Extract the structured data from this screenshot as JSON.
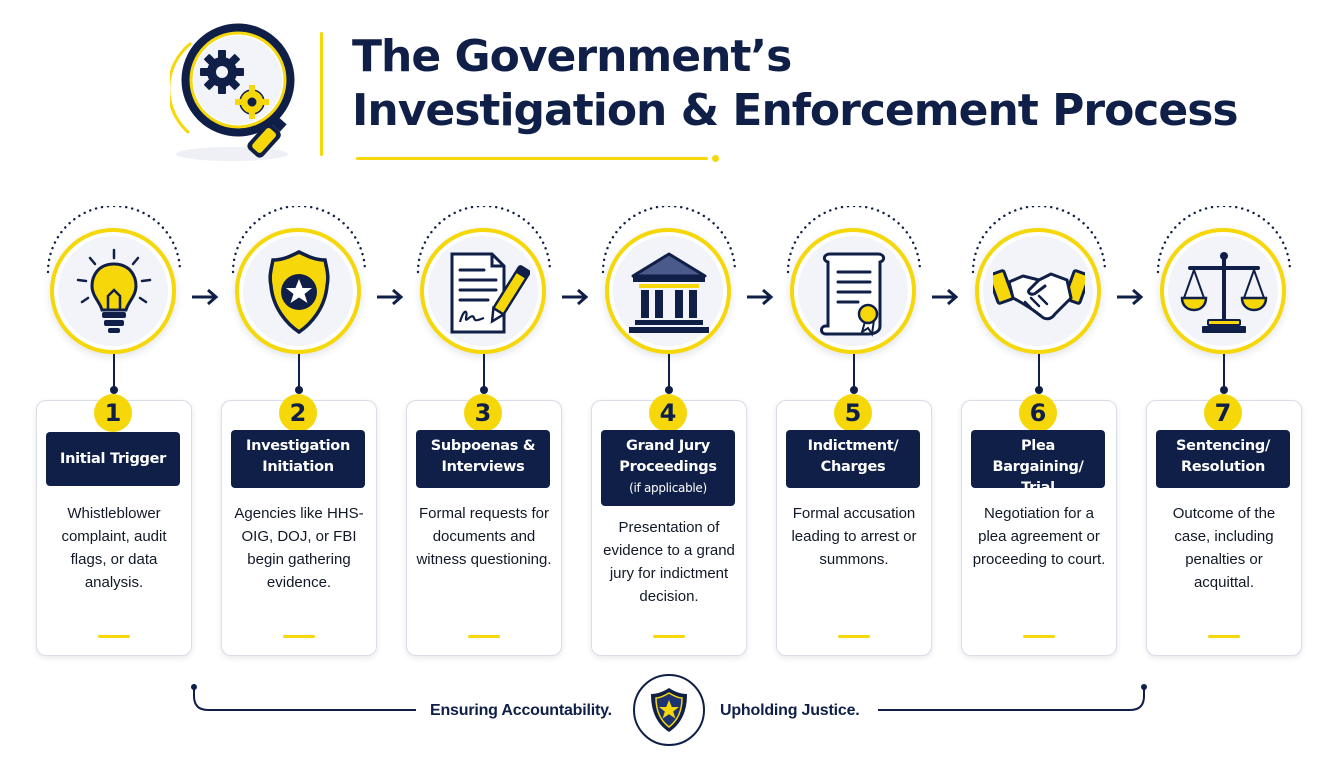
{
  "header": {
    "title_line1": "The Government’s",
    "title_line2": "Investigation & Enforcement Process"
  },
  "colors": {
    "navy": "#0f1f47",
    "yellow": "#f5d70a",
    "card_border": "#d9dde6",
    "icon_bg": "#f2f4f9"
  },
  "steps": [
    {
      "number": "1",
      "icon": "lightbulb-icon",
      "label": "Initial Trigger",
      "sub": "",
      "description": "Whistleblower complaint, audit flags, or data analysis."
    },
    {
      "number": "2",
      "icon": "police-badge-icon",
      "label": "Investigation Initiation",
      "sub": "",
      "description": "Agencies like HHS-OIG, DOJ, or FBI begin gathering evidence."
    },
    {
      "number": "3",
      "icon": "document-pen-icon",
      "label": "Subpoenas & Interviews",
      "sub": "",
      "description": "Formal requests for documents and witness questioning."
    },
    {
      "number": "4",
      "icon": "courthouse-icon",
      "label": "Grand Jury Proceedings",
      "sub": "(if applicable)",
      "description": "Presentation of evidence to a grand jury for indictment decision."
    },
    {
      "number": "5",
      "icon": "scroll-seal-icon",
      "label": "Indictment/ Charges",
      "sub": "",
      "description": "Formal accusation leading to arrest or summons."
    },
    {
      "number": "6",
      "icon": "handshake-icon",
      "label": "Plea Bargaining/ Trial",
      "sub": "",
      "description": "Negotiation for a plea agreement or proceeding to court."
    },
    {
      "number": "7",
      "icon": "scales-of-justice-icon",
      "label": "Sentencing/ Resolution",
      "sub": "",
      "description": "Outcome of the case, including penalties or acquittal."
    }
  ],
  "footer": {
    "left_text": "Ensuring Accountability.",
    "right_text": "Upholding Justice.",
    "badge_icon": "shield-star-icon"
  }
}
